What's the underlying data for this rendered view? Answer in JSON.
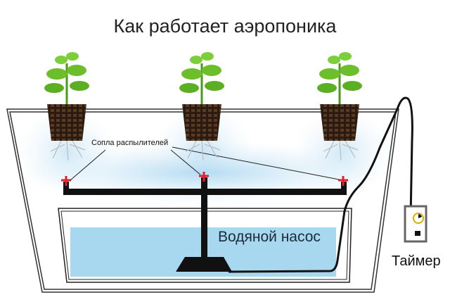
{
  "title": "Как работает аэропоника",
  "labels": {
    "nozzles": "Сопла распылителей",
    "pump": "Водяной насос",
    "timer": "Таймер"
  },
  "colors": {
    "water": "#a8d8f0",
    "mist": "#c5e4f5",
    "pipe": "#111111",
    "nozzle": "#e0202a",
    "leaf": "#6cbf2a",
    "timer_ring": "#d4b000"
  }
}
